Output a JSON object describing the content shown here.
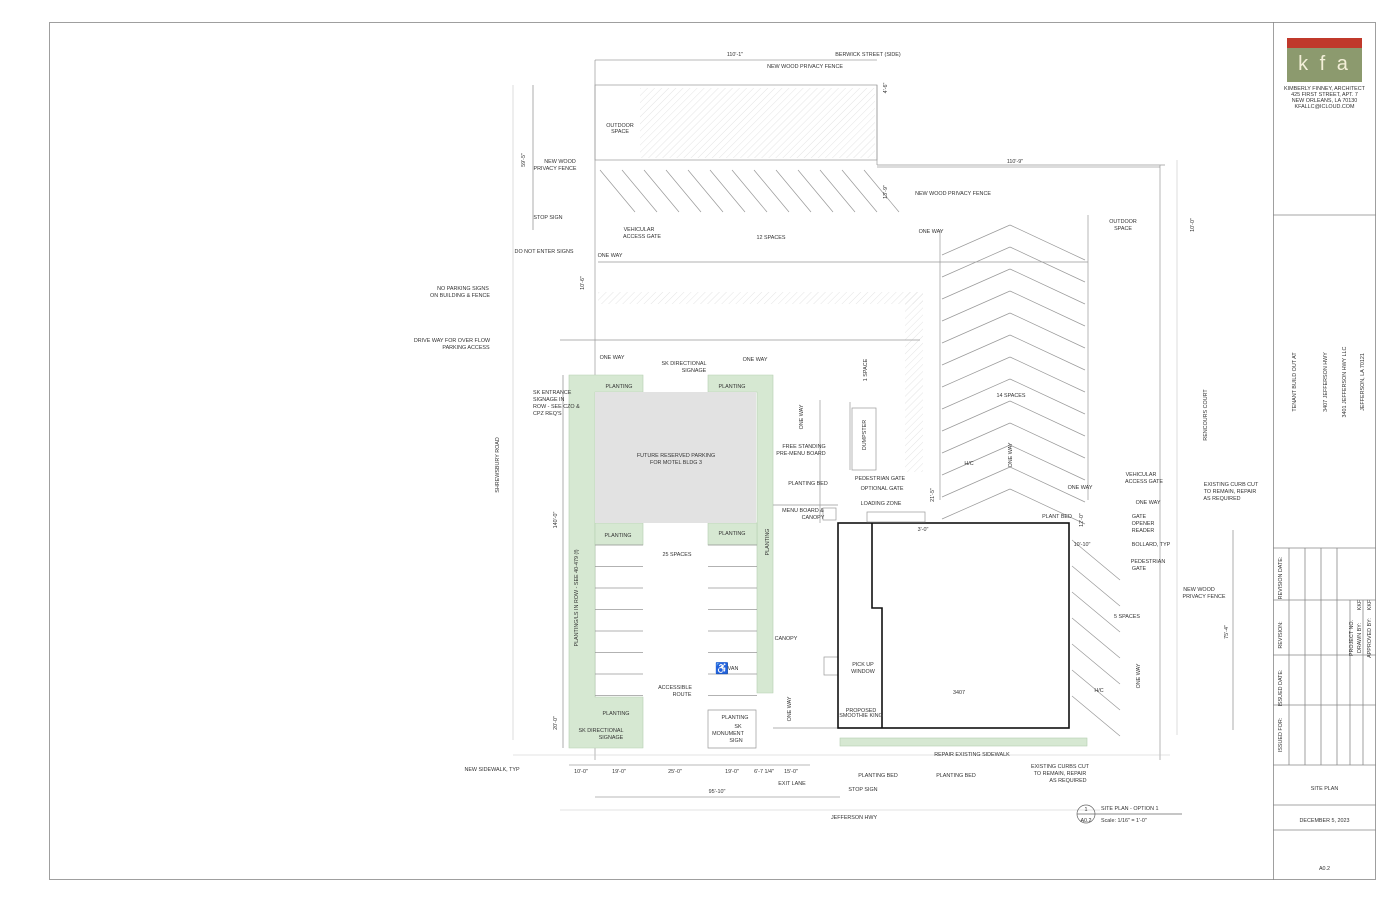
{
  "firm": {
    "logo_text": "k f a",
    "name": "KIMBERLY FINNEY, ARCHITECT",
    "address1": "425 FIRST STREET, APT. 7",
    "address2": "NEW ORLEANS, LA 70130",
    "email": "KFALLC@ICLOUD.COM",
    "colors": {
      "logo_bar": "#c0392b",
      "logo_bg": "#8c9a6e",
      "planting": "#d6e8d2",
      "reserved": "#e2e2e2"
    }
  },
  "project": {
    "subtitle": "TENANT BUILD OUT AT",
    "title": "3407 JEFFERSON HWY",
    "owner": "3401 JEFFERSON HWY LLC",
    "city": "JEFFERSON, LA 70121"
  },
  "revision_table": {
    "columns": [
      "ISSUED FOR:",
      "ISSUED DATE:",
      "REVISION:",
      "REVISION DATE:"
    ],
    "project_no_label": "PROJECT NO.",
    "drawn_by_label": "DRAWN BY:",
    "drawn_by": "KKF",
    "approved_by_label": "APPROVED BY:",
    "approved_by": "KKF"
  },
  "sheet": {
    "name": "SITE PLAN",
    "date": "DECEMBER 5, 2023",
    "number": "A0.2"
  },
  "drawing_tag": {
    "number": "1",
    "sheet": "A0.2",
    "title": "SITE PLAN - OPTION 1",
    "scale": "Scale: 1/16\" = 1'-0\""
  },
  "labels": {
    "dim_110_1": "110'-1\"",
    "berwick": "BERWICK STREET (SIDE)",
    "fence_top": "NEW WOOD PRIVACY FENCE",
    "dim_4_6": "4'-6\"",
    "outdoor1_a": "OUTDOOR",
    "outdoor1_b": "SPACE",
    "dim_59_5": "59'-5\"",
    "fence_left_a": "NEW WOOD",
    "fence_left_b": "PRIVACY FENCE",
    "dim_110_9": "110'-9\"",
    "dim_13_9": "13'-9\"",
    "fence_mid": "NEW WOOD PRIVACY FENCE",
    "stop_sign_top": "STOP SIGN",
    "veh_gate1_a": "VEHICULAR",
    "veh_gate1_b": "ACCESS GATE",
    "spaces_12": "12 SPACES",
    "one_way_1": "ONE WAY",
    "outdoor2_a": "OUTDOOR",
    "outdoor2_b": "SPACE",
    "dim_10_0_r": "10'-0\"",
    "do_not_enter": "DO NOT ENTER SIGNS",
    "one_way_2": "ONE WAY",
    "dim_10_6": "10'-6\"",
    "no_parking_a": "NO PARKING SIGNS",
    "no_parking_b": "ON BUILDING & FENCE",
    "overflow_a": "DRIVE WAY FOR OVER FLOW",
    "overflow_b": "PARKING ACCESS",
    "one_way_3": "ONE WAY",
    "sk_dir_a": "SK DIRECTIONAL",
    "sk_dir_b": "SIGNAGE",
    "one_way_4": "ONE WAY",
    "one_space": "1 SPACE",
    "planting_1": "PLANTING",
    "planting_2": "PLANTING",
    "sk_ent_a": "SK ENTRANCE",
    "sk_ent_b": "SIGNAGE IN",
    "sk_ent_c": "ROW - SEE CZO &",
    "sk_ent_d": "CPZ REQ'S",
    "spaces_14": "14 SPACES",
    "rencours": "RENCOURS COURT",
    "shrewsbury": "SHREWSBURY ROAD",
    "one_way_5": "ONE WAY",
    "dumpster": "DUMPSTER",
    "premenu_a": "FREE STANDING",
    "premenu_b": "PRE-MENU BOARD",
    "reserved_a": "FUTURE RESERVED PARKING",
    "reserved_b": "FOR MOTEL BLDG 3",
    "hc_1": "H/C",
    "one_way_6": "ONE WAY",
    "ped_gate": "PEDESTRIAN GATE",
    "opt_gate": "OPTIONAL  GATE",
    "dim_21_5": "21'-5\"",
    "planting_bed_1": "PLANTING BED",
    "veh_gate2_a": "VEHICULAR",
    "veh_gate2_b": "ACCESS GATE",
    "one_way_7": "ONE WAY",
    "curb_cut1_a": "EXISTING CURB CUT",
    "curb_cut1_b": "TO REMAIN, REPAIR",
    "curb_cut1_c": "AS REQUIRED",
    "one_way_8": "ONE WAY",
    "loading": "LOADING ZONE",
    "menu_a": "MENU BOARD &",
    "menu_b": "CANOPY",
    "plant_bed_small": "PLANT BED",
    "dim_12_0": "12'-0\"",
    "opener_a": "GATE",
    "opener_b": "OPENER",
    "opener_c": "READER",
    "dim_140_0": "140'-0\"",
    "dim_3_0": "3'-0\"",
    "planting_3": "PLANTING",
    "planting_4": "PLANTING",
    "planting_5": "PLANTING",
    "dim_10_10": "10'-10\"",
    "bollard": "BOLLARD, TYP",
    "spaces_25": "25 SPACES",
    "ped_gate2_a": "PEDESTRIAN",
    "ped_gate2_b": "GATE",
    "planting_row": "PLANTING/LS IN ROW - SEE 40-479 (f)",
    "fence_right_a": "NEW WOOD",
    "fence_right_b": "PRIVACY FENCE",
    "spaces_5": "5 SPACES",
    "dim_75_4": "75'-4\"",
    "canopy": "CANOPY",
    "pickup_a": "PICK UP",
    "pickup_b": "WINDOW",
    "van": "VAN",
    "one_way_9": "ONE WAY",
    "access_a": "ACCESSIBLE",
    "access_b": "ROUTE",
    "hc_2": "H/C",
    "bldg": "3407",
    "one_way_10": "ONE WAY",
    "smoothie_a": "PROPOSED",
    "smoothie_b": "SMOOTHIE KING",
    "planting_6": "PLANTING",
    "planting_7": "PLANTING",
    "monument_a": "SK",
    "monument_b": "MONUMENT",
    "monument_c": "SIGN",
    "dim_20_0": "20'-0\"",
    "sk_dir2_a": "SK DIRECTIONAL",
    "sk_dir2_b": "SIGNAGE",
    "repair_sidewalk": "REPAIR EXISTING SIDEWALK",
    "new_sidewalk": "NEW SIDEWALK, TYP",
    "curb_cut2_a": "EXISTING CURBS CUT",
    "curb_cut2_b": "TO REMAIN, REPAIR",
    "curb_cut2_c": "AS REQUIRED",
    "dim_b1": "10'-0\"",
    "dim_b2": "19'-0\"",
    "dim_b3": "25'-0\"",
    "dim_b4": "19'-0\"",
    "dim_b5": "6'-7 1/4\"",
    "dim_b6": "15'-0\"",
    "planting_bed_2": "PLANTING BED",
    "planting_bed_3": "PLANTING BED",
    "exit_lane": "EXIT LANE",
    "stop_sign_bot": "STOP SIGN",
    "dim_95_10": "95'-10\"",
    "jefferson": "JEFFERSON HWY"
  }
}
